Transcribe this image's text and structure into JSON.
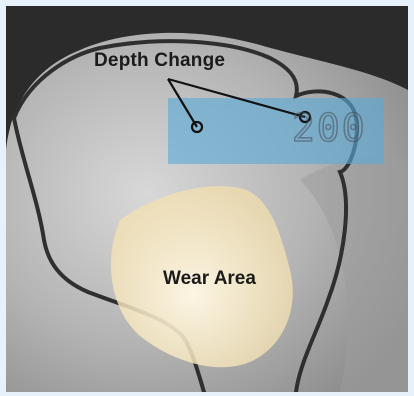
{
  "figure": {
    "labels": {
      "depth_change": "Depth Change",
      "wear_area": "Wear Area",
      "engraving": "200"
    },
    "colors": {
      "background_frame": "#e6f1fb",
      "photo_dark": "#2a2a2a",
      "part_metal": "#b9b9b9",
      "outline": "#2f2f2f",
      "depth_highlight": "#5aa9d6",
      "wear_highlight": "#f6e6b8",
      "leader_line": "#111111"
    }
  }
}
